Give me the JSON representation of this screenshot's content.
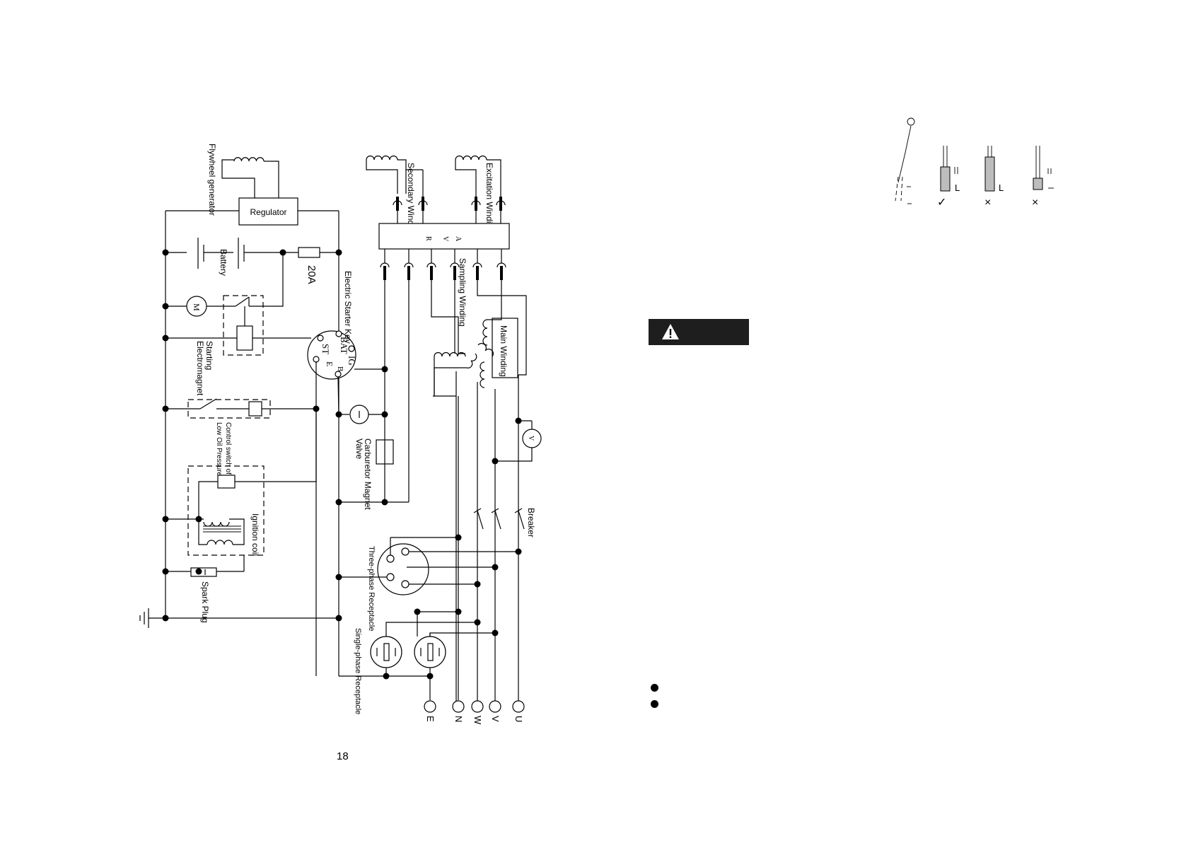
{
  "page_number": "18",
  "diagram": {
    "labels": {
      "flywheel_generator": "Flywheel generator",
      "regulator": "Regulator",
      "battery": "Battery",
      "fuse": "20A",
      "electric_starter_key": "Electric Starter Key",
      "starting_electromagnet_1": "Starting",
      "starting_electromagnet_2": "Electromagnet",
      "motor_symbol": "M",
      "control_switch_1": "Control switch of",
      "control_switch_2": "Low Oil Pressure",
      "ignition_coil": "Ignition coil",
      "spark_plug": "Spark Plug",
      "carburetor_1": "Carburetor Magnet",
      "carburetor_2": "Valve",
      "secondary_winding": "Secondary Winding",
      "excitation_winding": "Excitation Winding",
      "sampling_winding": "Sampling Winding",
      "main_winding": "Main Winding",
      "avr_terminals": [
        "A",
        "V",
        "R"
      ],
      "voltmeter": "V",
      "breaker": "Breaker",
      "three_phase_receptacle": "Three-phase Receptacle",
      "single_phase_receptacle": "Single-phase Receptacle",
      "key_terminals": [
        "BAT",
        "IG",
        "ST",
        "E",
        "B"
      ],
      "outputs": [
        "E",
        "N",
        "W",
        "V",
        "U"
      ]
    }
  },
  "insert_figure": {
    "marks": [
      "✓",
      "×",
      "×"
    ],
    "dimension_letter": "L"
  },
  "warning_icon": "warning-triangle-icon",
  "bullets_count": 2
}
